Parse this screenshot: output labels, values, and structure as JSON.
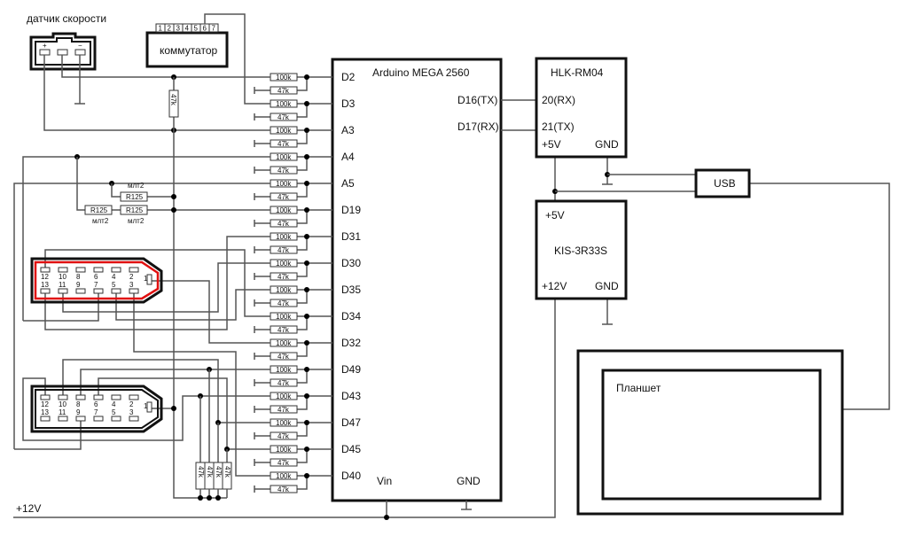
{
  "labels": {
    "sensor": "датчик скорости",
    "sensor_plus": "+",
    "sensor_minus": "−",
    "switch": "коммутатор",
    "switch_pins": [
      "1",
      "2",
      "3",
      "4",
      "5",
      "6",
      "7"
    ],
    "pullup": "47k",
    "r125": "R125",
    "mlt2": "млт2",
    "supply": "+12V",
    "pack": [
      "47k",
      "47k",
      "47k",
      "47k"
    ]
  },
  "arduino": {
    "title": "Arduino MEGA 2560",
    "pins": [
      "D2",
      "D3",
      "A3",
      "A4",
      "A5",
      "D19",
      "D31",
      "D30",
      "D35",
      "D34",
      "D32",
      "D49",
      "D43",
      "D47",
      "D45",
      "D40"
    ],
    "tx": "D16(TX)",
    "rx": "D17(RX)",
    "vin": "Vin",
    "gnd": "GND"
  },
  "divider": {
    "top": "100k",
    "bottom": "47k"
  },
  "connector": {
    "top_pins": [
      "12",
      "10",
      "8",
      "6",
      "4",
      "2"
    ],
    "bottom_pins": [
      "13",
      "11",
      "9",
      "7",
      "5",
      "3"
    ],
    "pin1": "1",
    "accent": "#e01010"
  },
  "hlk": {
    "title": "HLK-RM04",
    "rx": "20(RX)",
    "tx": "21(TX)",
    "v5": "+5V",
    "gnd": "GND"
  },
  "kis": {
    "title": "KIS-3R33S",
    "v5": "+5V",
    "v12": "+12V",
    "gnd": "GND"
  },
  "usb": "USB",
  "tablet": "Планшет"
}
